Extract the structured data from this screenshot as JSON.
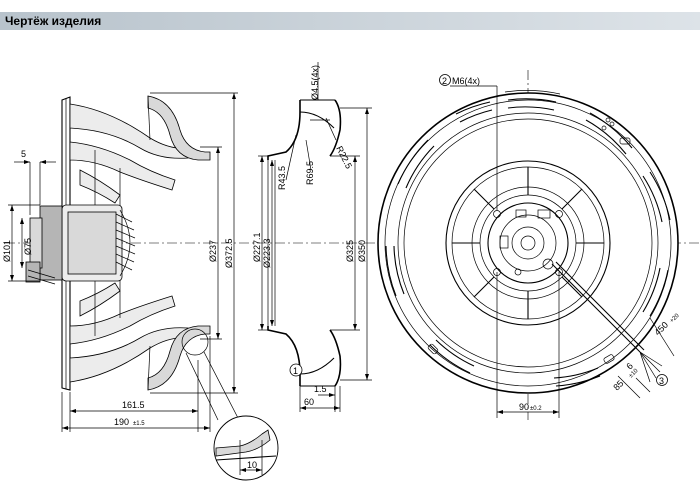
{
  "header": {
    "title": "Чертёж изделия"
  },
  "dimensions": {
    "d5": "5",
    "d101": "Ø101",
    "d75": "Ø75",
    "d161": "161.5",
    "d190": "190",
    "d190tol": "±1.5",
    "d237": "Ø237",
    "d372": "Ø372.5",
    "d227": "Ø227.1",
    "d223": "Ø223.3",
    "d325": "Ø325",
    "d350": "Ø350",
    "r43": "R43.5",
    "r69": "R69.5",
    "r22": "R22.5",
    "hole": "Ø4.5(4x)",
    "d15": "1.5",
    "d60": "60",
    "d10": "10",
    "m6": "M6(4x)",
    "d90": "90",
    "d90tol": "±0.2",
    "d450": "450",
    "d450tol": "+20",
    "d6": "6",
    "d85": "85",
    "d85tol": "±10"
  },
  "callouts": {
    "one": "1",
    "two": "2",
    "three": "3"
  }
}
